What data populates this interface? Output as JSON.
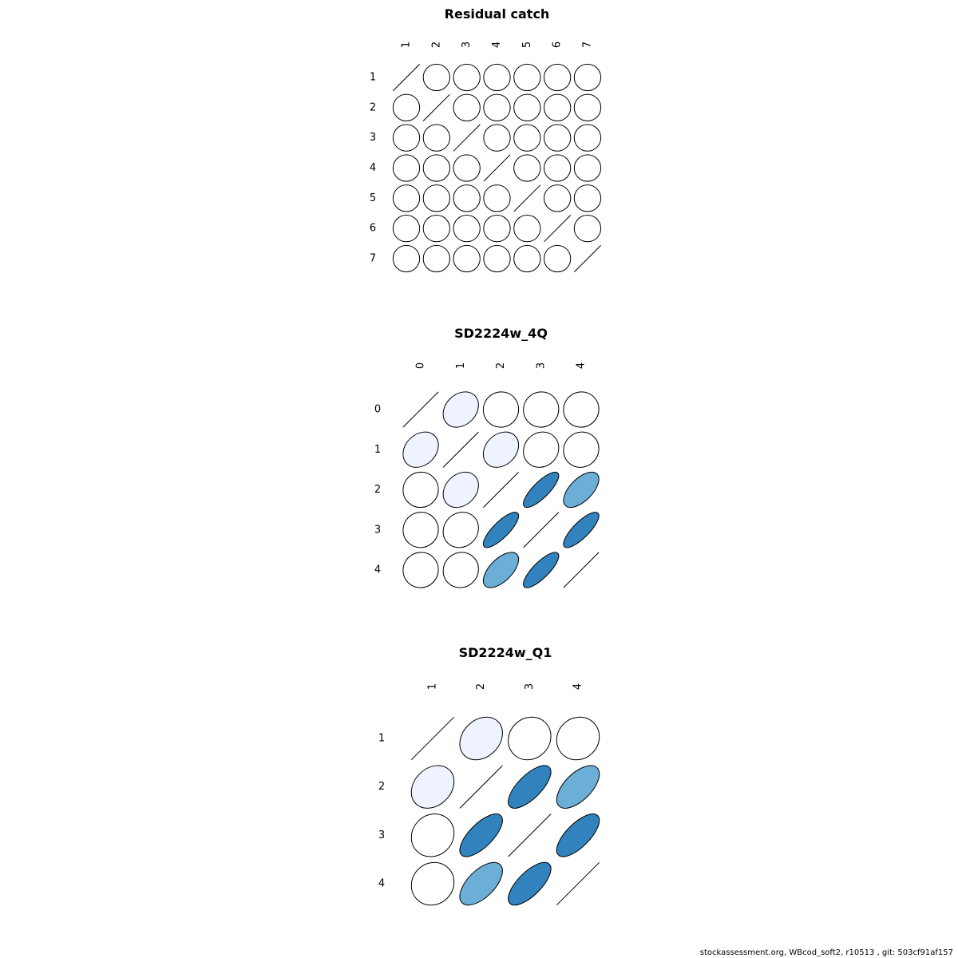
{
  "footer": "stockassessment.org, WBcod_soft2, r10513 , git: 503cf91af157",
  "colors": {
    "high": "#3182bd",
    "mid": "#6baed6",
    "low": "#eff3ff",
    "none": "#ffffff",
    "stroke": "#000000"
  },
  "chart_data": [
    {
      "type": "correlation-ellipse-matrix",
      "title": "Residual catch",
      "labels": [
        "1",
        "2",
        "3",
        "4",
        "5",
        "6",
        "7"
      ],
      "matrix": [
        [
          1,
          0,
          0,
          0,
          0,
          0,
          0
        ],
        [
          0,
          1,
          0,
          0,
          0,
          0,
          0
        ],
        [
          0,
          0,
          1,
          0,
          0,
          0,
          0
        ],
        [
          0,
          0,
          0,
          1,
          0,
          0,
          0
        ],
        [
          0,
          0,
          0,
          0,
          1,
          0,
          0
        ],
        [
          0,
          0,
          0,
          0,
          0,
          1,
          0
        ],
        [
          0,
          0,
          0,
          0,
          0,
          0,
          1
        ]
      ]
    },
    {
      "type": "correlation-ellipse-matrix",
      "title": "SD2224w_4Q",
      "labels": [
        "0",
        "1",
        "2",
        "3",
        "4"
      ],
      "matrix": [
        [
          1,
          0.25,
          0.02,
          0.02,
          0.02
        ],
        [
          0.25,
          1,
          0.25,
          0.1,
          0.05
        ],
        [
          0.02,
          0.25,
          1,
          0.8,
          0.6
        ],
        [
          0.02,
          0.1,
          0.8,
          1,
          0.8
        ],
        [
          0.02,
          0.05,
          0.6,
          0.8,
          1
        ]
      ]
    },
    {
      "type": "correlation-ellipse-matrix",
      "title": "SD2224w_Q1",
      "labels": [
        "1",
        "2",
        "3",
        "4"
      ],
      "matrix": [
        [
          1,
          0.25,
          0.1,
          0.08
        ],
        [
          0.25,
          1,
          0.7,
          0.6
        ],
        [
          0.1,
          0.7,
          1,
          0.7
        ],
        [
          0.08,
          0.6,
          0.7,
          1
        ]
      ]
    }
  ]
}
